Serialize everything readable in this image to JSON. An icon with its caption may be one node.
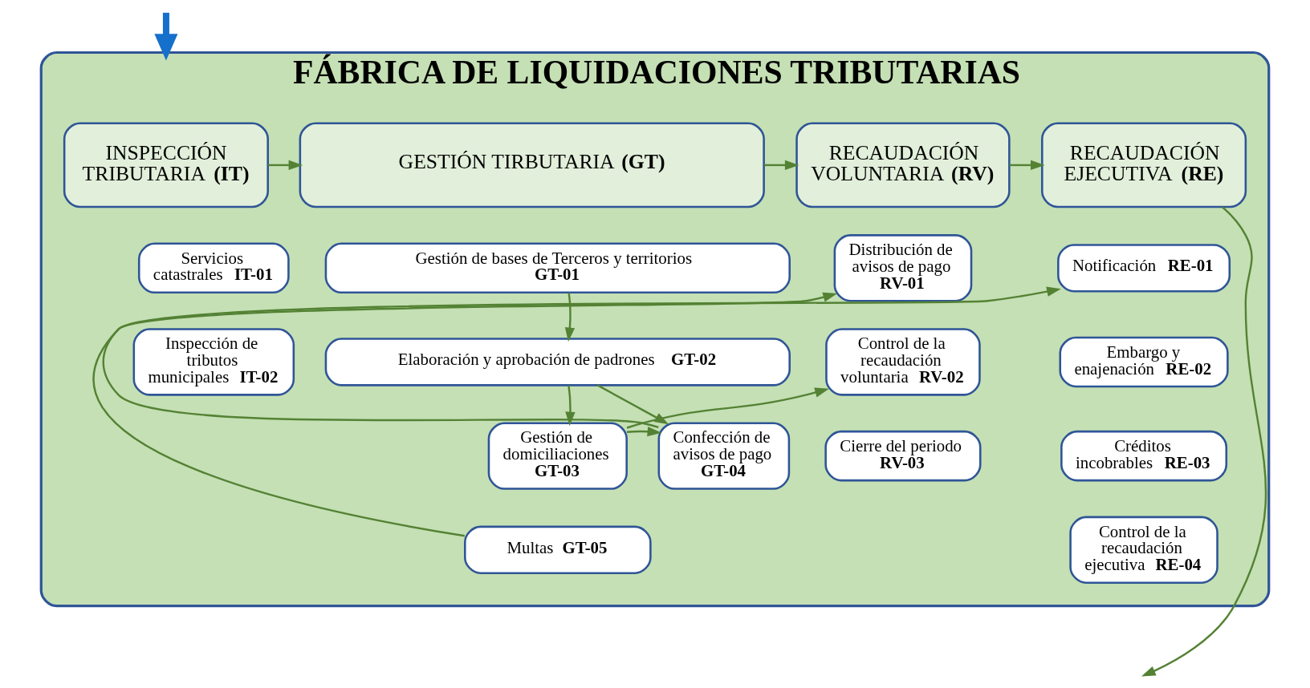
{
  "diagram": {
    "nodes": [
      {
        "text": [
          "FÁBRICA DE LIQUIDACIONES TRIBUTARIAS"
        ]
      },
      {
        "text": [
          "INSPECCIÓN TRIBUTARIA **(IT)**"
        ],
        "in": 0
      },
      {
        "text": [
          "GESTIÓN TIRBUTARIA **(GT)**"
        ],
        "in": 0
      },
      {
        "text": [
          "RECAUDACIÓN VOLUNTARIA **(RV)**"
        ],
        "in": 0
      },
      {
        "text": [
          "RECAUDACIÓN EJECUTIVA **(RE)**"
        ],
        "in": 0
      },
      {
        "text": [
          "Servicios catastrales **IT-01**"
        ],
        "in": 0
      },
      {
        "text": [
          "Inspección de tributos municipales **IT-02**"
        ],
        "in": 0
      },
      {
        "text": [
          "Gestión de bases de Terceros y territorios **GT-01**"
        ],
        "in": 0
      },
      {
        "text": [
          "Elaboración y aprobación de padrones **GT-02**"
        ],
        "in": 0
      },
      {
        "text": [
          "Gestión de domiciliaciones **GT-03**"
        ],
        "in": 0
      },
      {
        "text": [
          "Confección de avisos de pago **GT-04**"
        ],
        "in": 0
      },
      {
        "text": [
          "Multas **GT-05**"
        ],
        "in": 0
      },
      {
        "text": [
          "Distribución de avisos de pago **RV-01**"
        ],
        "in": 0
      },
      {
        "text": [
          "Control de la recaudación voluntaria **RV-02**"
        ],
        "in": 0
      },
      {
        "text": [
          "Cierre del periodo **RV-03**"
        ],
        "in": 0
      },
      {
        "text": [
          "Notificación **RE-01**"
        ],
        "in": 0
      },
      {
        "text": [
          "Embargo y enajenación **RE-02**"
        ],
        "in": 0
      },
      {
        "text": [
          "Créditos incobrables **RE-03**"
        ],
        "in": 0
      },
      {
        "text": [
          "Control de la recaudación ejecutiva **RE-04**"
        ],
        "in": 0
      }
    ],
    "edges": [
      {
        "from": null,
        "to": 0,
        "arrow": "to",
        "style": "thick",
        "color": "#1570cc"
      },
      {
        "from": 1,
        "to": 2,
        "arrow": "to"
      },
      {
        "from": 2,
        "to": 3,
        "arrow": "to"
      },
      {
        "from": 3,
        "to": 4,
        "arrow": "to"
      },
      {
        "from": 7,
        "to": 8,
        "arrow": "to"
      },
      {
        "from": 8,
        "to": 9,
        "arrow": "to"
      },
      {
        "from": 8,
        "to": 10,
        "arrow": "to"
      },
      {
        "from": 9,
        "to": 10,
        "arrow": "to"
      },
      {
        "from": 10,
        "to": 12,
        "arrow": "to"
      },
      {
        "from": 9,
        "to": 13,
        "arrow": "to"
      },
      {
        "from": 11,
        "to": 15,
        "arrow": "to"
      },
      {
        "from": 4,
        "to": null,
        "arrow": "to"
      }
    ]
  }
}
